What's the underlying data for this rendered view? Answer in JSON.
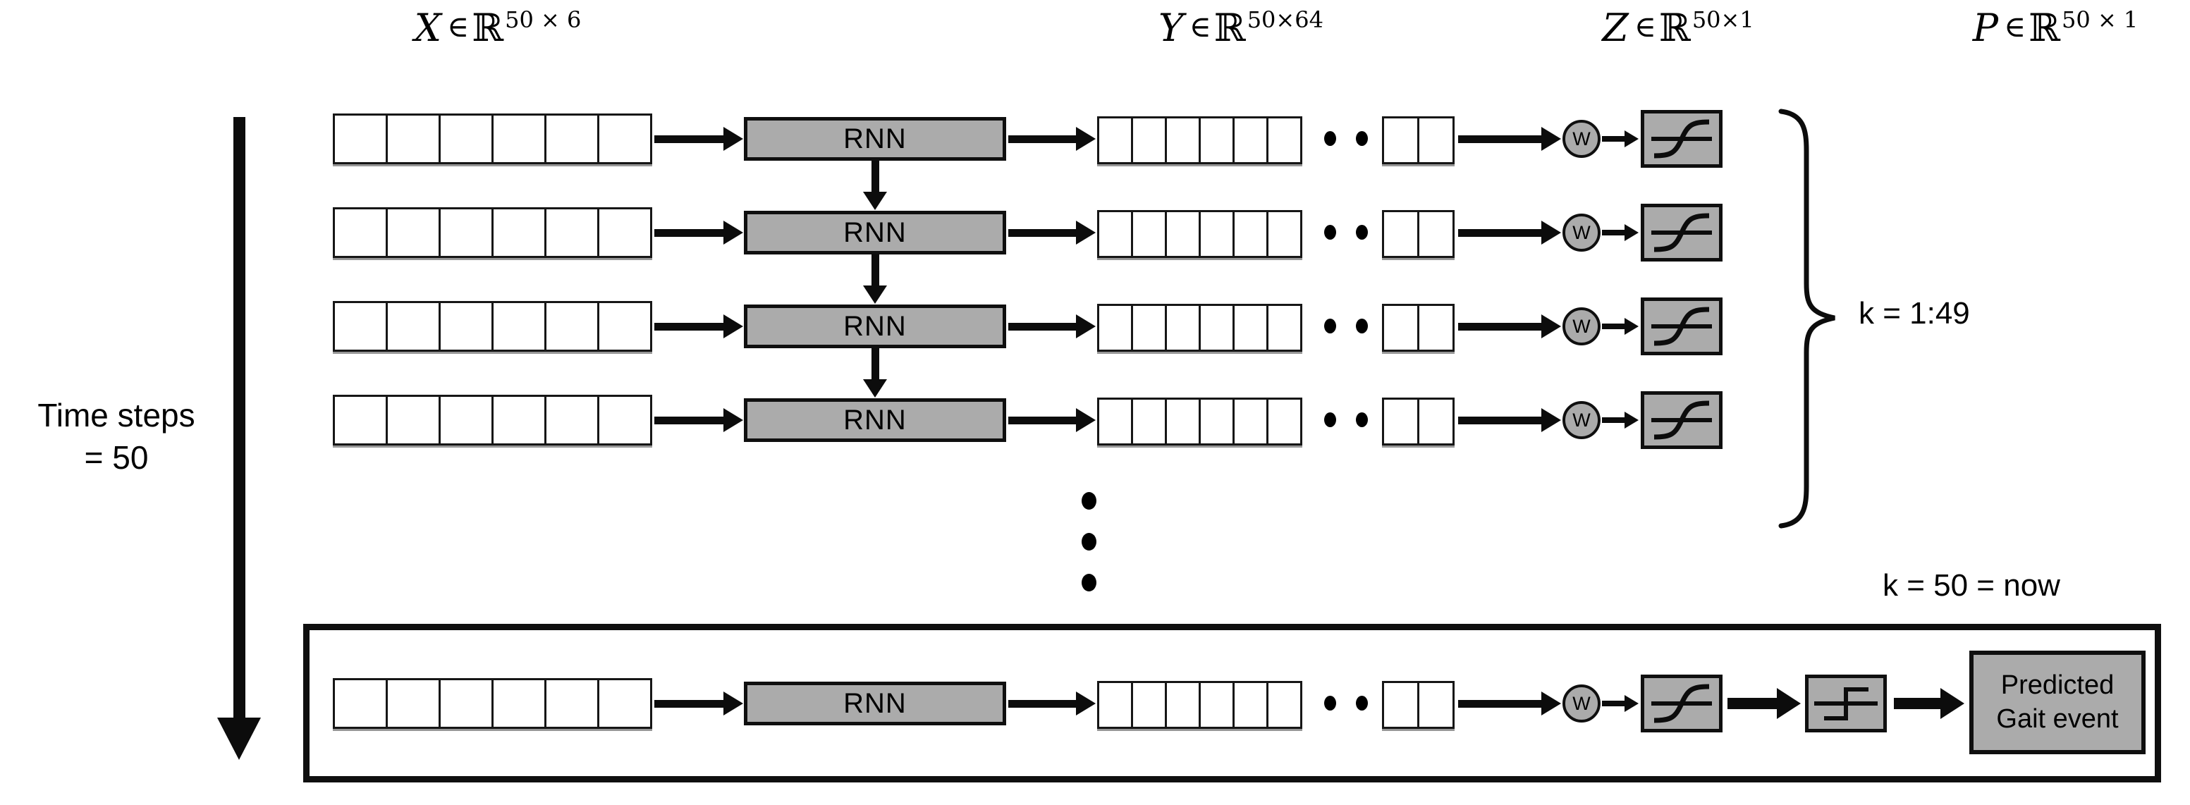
{
  "matrix_labels": [
    {
      "variable": "X",
      "operator": "∈",
      "set": "ℝ",
      "dims": "50 × 6"
    },
    {
      "variable": "Y",
      "operator": "∈",
      "set": "ℝ",
      "dims": "50×64"
    },
    {
      "variable": "Z",
      "operator": "∈",
      "set": "ℝ",
      "dims": "50×1"
    },
    {
      "variable": "P",
      "operator": "∈",
      "set": "ℝ",
      "dims": "50 × 1"
    }
  ],
  "time_steps": {
    "line1": "Time steps",
    "line2": "= 50"
  },
  "cell_labels": {
    "rnn": "RNN",
    "weight": "W"
  },
  "annotations": {
    "upper_rows": "k = 1:49",
    "bottom_row": "k = 50 = now"
  },
  "predicted": {
    "line1": "Predicted",
    "line2": "Gait event"
  },
  "icons": {
    "sigmoid": "sigmoid-activation",
    "step": "step-activation"
  },
  "colors": {
    "node_fill": "#ababab",
    "stroke": "#0c0c0c",
    "background": "#ffffff"
  }
}
